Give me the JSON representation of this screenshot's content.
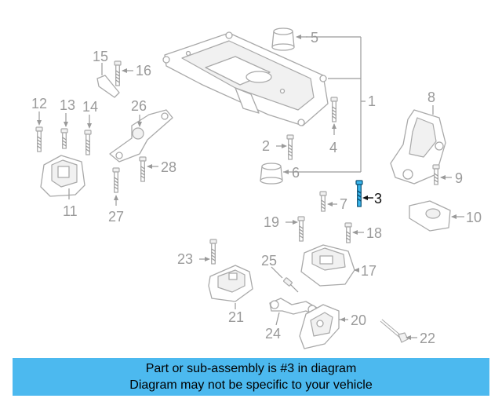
{
  "diagram": {
    "callouts": {
      "c1": "1",
      "c2": "2",
      "c3": "3",
      "c4": "4",
      "c5": "5",
      "c6": "6",
      "c7": "7",
      "c8": "8",
      "c9": "9",
      "c10": "10",
      "c11": "11",
      "c12": "12",
      "c13": "13",
      "c14": "14",
      "c15": "15",
      "c16": "16",
      "c17": "17",
      "c18": "18",
      "c19": "19",
      "c20": "20",
      "c21": "21",
      "c22": "22",
      "c23": "23",
      "c24": "24",
      "c25": "25",
      "c26": "26",
      "c27": "27",
      "c28": "28"
    },
    "highlighted_part": "3",
    "colors": {
      "highlight": "#3ab7ee",
      "linework": "#a9a9a9",
      "banner": "#4cb9ef"
    }
  },
  "banner": {
    "line1": "Part or sub-assembly is #3 in diagram",
    "line2": "Diagram may not be specific to your vehicle"
  }
}
